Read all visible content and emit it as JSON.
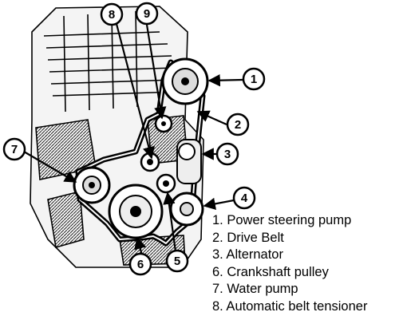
{
  "callouts": [
    "8",
    "9",
    "1",
    "2",
    "3",
    "4",
    "5",
    "6",
    "7"
  ],
  "legend": [
    "1. Power steering pump",
    "2. Drive Belt",
    "3. Alternator",
    "6. Crankshaft pulley",
    "7. Water pump",
    "8. Automatic belt tensioner"
  ],
  "colors": {
    "ink": "#000000",
    "paper": "#ffffff"
  }
}
